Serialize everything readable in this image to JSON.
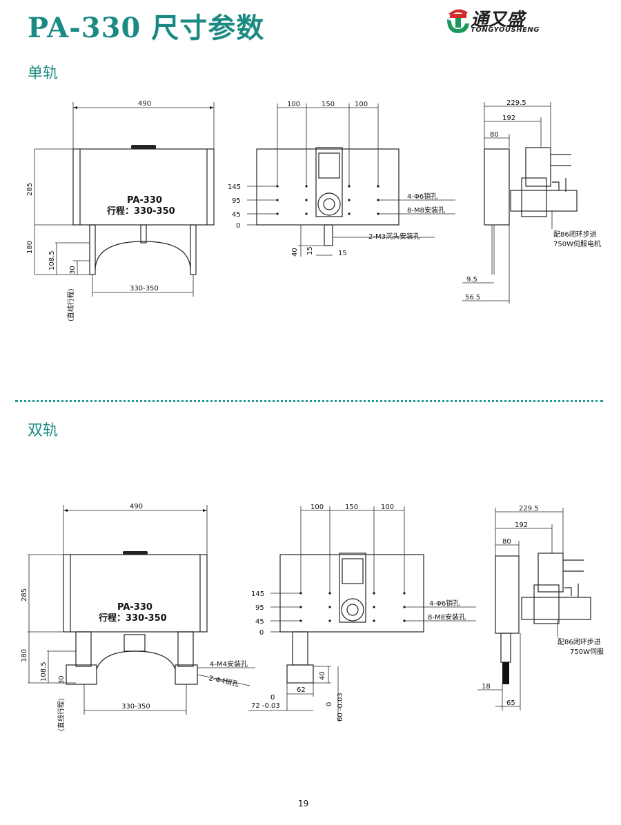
{
  "header": {
    "title": "PA-330 尺寸参数",
    "logo": {
      "name": "通又盛",
      "sub": "TONGYOUSHENG"
    }
  },
  "colors": {
    "accent": "#1a8a82",
    "logo_red": "#d62b2b",
    "logo_green": "#1a9a5a"
  },
  "sections": {
    "single": "单轨",
    "double": "双轨"
  },
  "drawing_single": {
    "front": {
      "width_490": "490",
      "height_285": "285",
      "height_180": "180",
      "h_108_5": "108.5",
      "h_30": "30",
      "stroke_330_350": "330-350",
      "linear_stroke": "(直线行程)",
      "model": "PA-330",
      "stroke_label": "行程：330-350"
    },
    "top": {
      "d100a": "100",
      "d150": "150",
      "d100b": "100",
      "y145": "145",
      "y95": "95",
      "y45": "45",
      "y0": "0",
      "d40": "40",
      "d15a": "15",
      "d15b": "15",
      "pin_holes": "4-Φ6销孔",
      "mount_holes": "8-M8安装孔",
      "countersink": "2-M3沉头安装孔"
    },
    "side": {
      "d229_5": "229.5",
      "d192": "192",
      "d80": "80",
      "d9_5": "9.5",
      "d56_5": "56.5",
      "motor_1": "配86闭环步进",
      "motor_2": "750W伺服电机"
    }
  },
  "drawing_double": {
    "front": {
      "width_490": "490",
      "height_285": "285",
      "height_180": "180",
      "h_108_5": "108.5",
      "h_30": "30",
      "stroke_330_350": "330-350",
      "linear_stroke": "(直线行程)",
      "model": "PA-330",
      "stroke_label": "行程：330-350",
      "m4_holes": "4-M4安装孔",
      "pin_holes": "2-Φ4销孔"
    },
    "top": {
      "d100a": "100",
      "d150": "150",
      "d100b": "100",
      "y145": "145",
      "y95": "95",
      "y45": "45",
      "y0": "0",
      "pin_holes": "4-Φ6销孔",
      "mount_holes": "8-M8安装孔",
      "d40": "40",
      "d62": "62",
      "d0a": "0",
      "d72": "72 -0.03",
      "d0b": "0",
      "d60": "60 -0.03"
    },
    "side": {
      "d229_5": "229.5",
      "d192": "192",
      "d80": "80",
      "d18": "18",
      "d65": "65",
      "motor_1": "配86闭环步进",
      "motor_2": "750W伺服"
    }
  },
  "footer": {
    "page": "19"
  }
}
